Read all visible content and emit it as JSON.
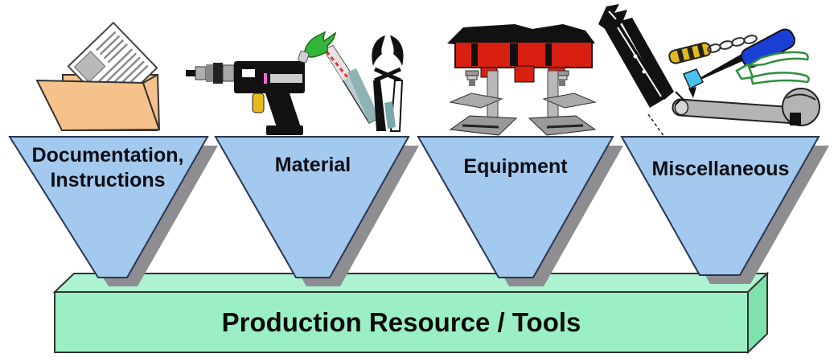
{
  "box": {
    "label": "Production Resource / Tools"
  },
  "funnels": [
    {
      "label": "Documentation,\nInstructions",
      "icon": "folder-documents-icon"
    },
    {
      "label": "Material",
      "icon": "drill-hammer-pliers-icon"
    },
    {
      "label": "Equipment",
      "icon": "drill-press-machines-icon"
    },
    {
      "label": "Miscellaneous",
      "icon": "assorted-tools-icon"
    }
  ],
  "colors": {
    "background": "#ffffff",
    "funnel_fill": "#a3c9ef",
    "funnel_border": "#2a3550",
    "shadow": "#8e8e92",
    "box_front": "#9af0c4",
    "box_top": "#aef3d1",
    "box_right": "#7fe2ad",
    "box_border": "#333333",
    "folder": "#f6c28b",
    "drill_press_red": "#d81f10",
    "hammer_green": "#35b43a",
    "handle_blue": "#1a3fd4",
    "handle_yellow": "#e3bb1c",
    "pliers_green": "#2f8f3f",
    "text": "#0d0d12"
  }
}
